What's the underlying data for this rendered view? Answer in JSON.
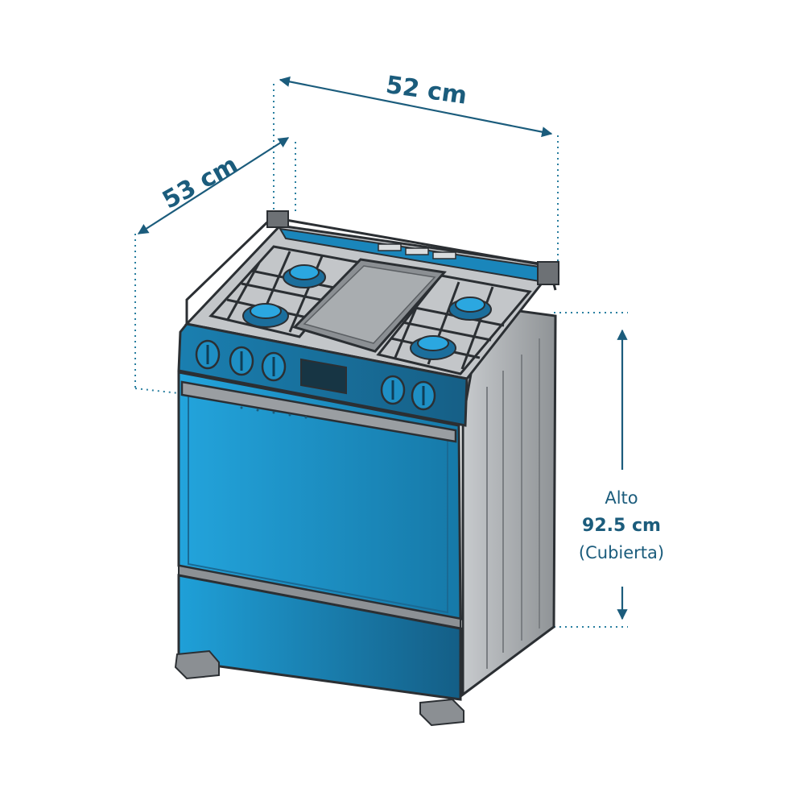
{
  "colors": {
    "accent": "#1b5c7c",
    "appliance_blue": "#1e8fc4",
    "steel": "#9a9ea2",
    "outline": "#2b2f33"
  },
  "dimensions": {
    "width": "52 cm",
    "depth": "53 cm",
    "height_caption": "Alto",
    "height_value": "92.5 cm",
    "height_note": "(Cubierta)"
  },
  "icons": {
    "appliance": "gas-stove-illustration",
    "arrows": "double-headed-arrow"
  }
}
